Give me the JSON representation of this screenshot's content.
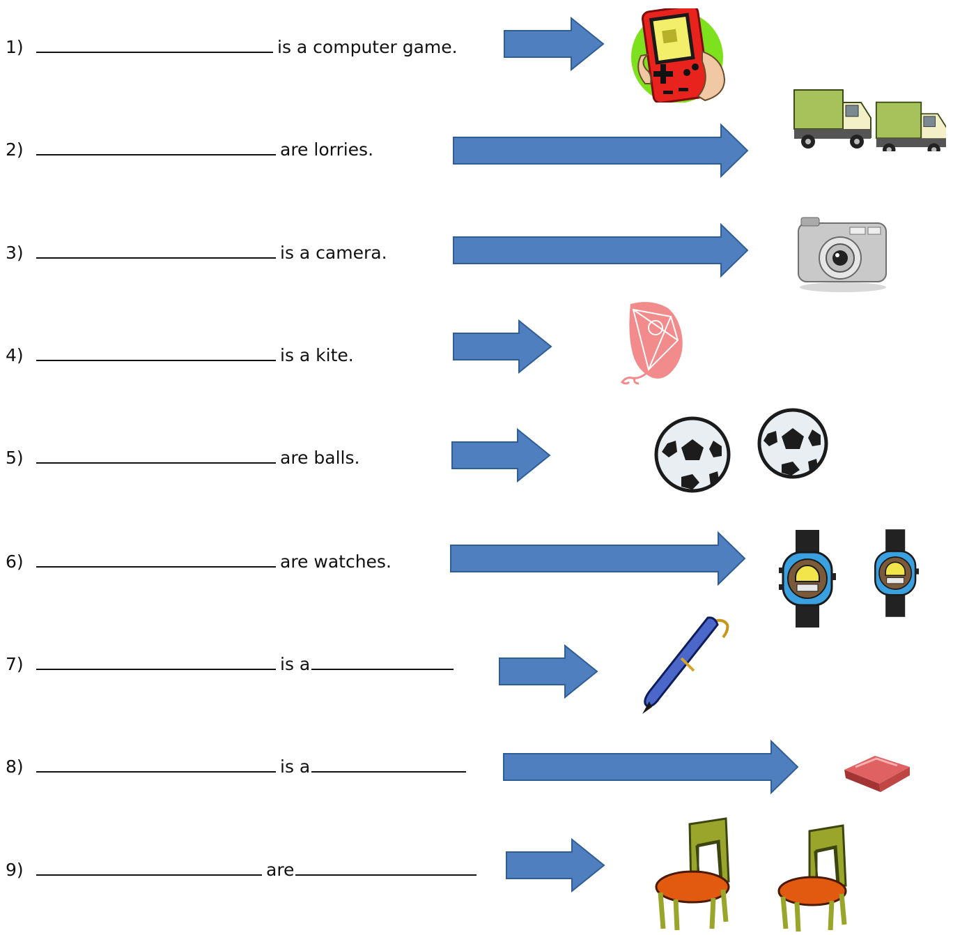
{
  "exercise": {
    "items": [
      {
        "number": "1)",
        "text": "is a computer game.",
        "picture": "handheld-game-icon"
      },
      {
        "number": "2)",
        "text": "are  lorries.",
        "picture": "lorry-icon"
      },
      {
        "number": "3)",
        "text": "is a camera.",
        "picture": "camera-icon"
      },
      {
        "number": "4)",
        "text": "is a kite.",
        "picture": "kite-icon"
      },
      {
        "number": "5)",
        "text": "are balls.",
        "picture": "soccer-ball-icon"
      },
      {
        "number": "6)",
        "text": "are watches.",
        "picture": "watch-icon"
      },
      {
        "number": "7)",
        "text": "is a",
        "picture": "pen-icon"
      },
      {
        "number": "8)",
        "text": "is a",
        "picture": "eraser-icon"
      },
      {
        "number": "9)",
        "text": "are",
        "picture": "chair-icon"
      }
    ]
  },
  "colors": {
    "arrow_fill": "#4f7fbf",
    "arrow_stroke": "#2f5e96"
  }
}
